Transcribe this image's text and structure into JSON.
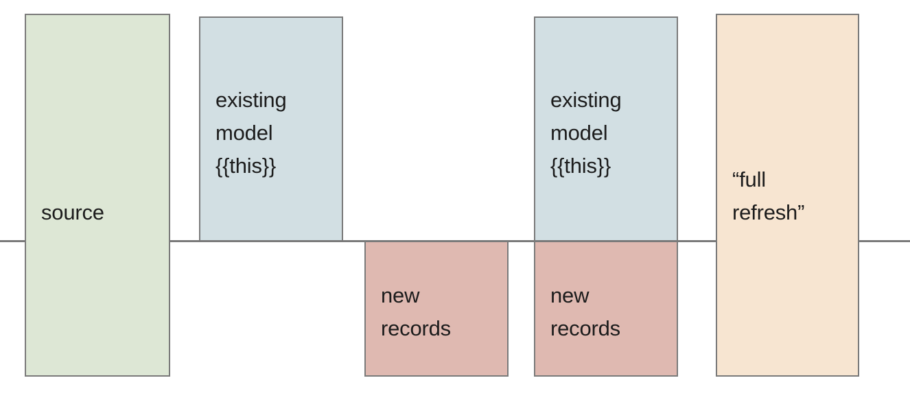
{
  "diagram": {
    "title": "incremental model full refresh diagram",
    "baseline": {
      "name": "horizontal-axis-line",
      "color": "#7a7a7a"
    },
    "palette": {
      "source_fill": "#dde7d5",
      "existing_model_fill": "#d2dfe3",
      "new_records_fill": "#dfb9b1",
      "full_refresh_fill": "#f7e5d1",
      "stroke": "#7a7a7a",
      "text": "#1c1c1c",
      "background": "#ffffff"
    },
    "boxes": [
      {
        "id": "source",
        "label": "source",
        "fill": "#dde7d5"
      },
      {
        "id": "existing_model_1",
        "label": "existing\nmodel\n{{this}}",
        "fill": "#d2dfe3"
      },
      {
        "id": "new_records_1",
        "label": "new\nrecords",
        "fill": "#dfb9b1"
      },
      {
        "id": "existing_model_2",
        "label": "existing\nmodel\n{{this}}",
        "fill": "#d2dfe3"
      },
      {
        "id": "new_records_2",
        "label": "new\nrecords",
        "fill": "#dfb9b1"
      },
      {
        "id": "full_refresh",
        "label": "“full\nrefresh”",
        "fill": "#f7e5d1"
      }
    ]
  }
}
